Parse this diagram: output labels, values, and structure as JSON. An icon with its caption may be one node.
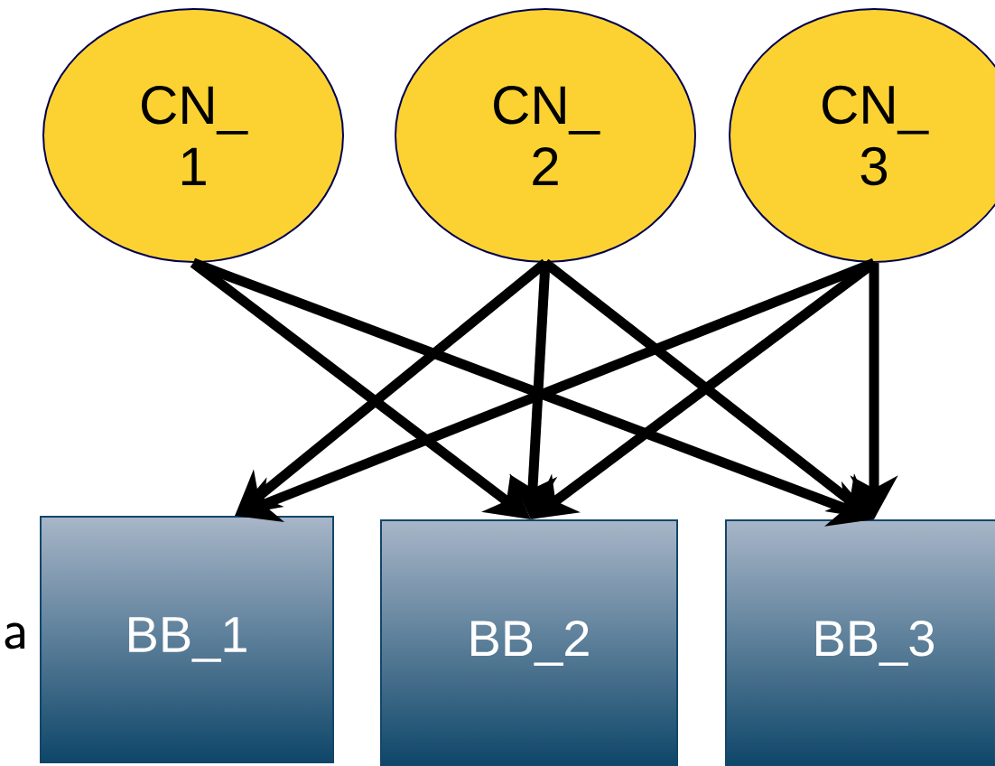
{
  "diagram": {
    "nodes": [
      {
        "text": [
          "CN_ 1"
        ]
      },
      {
        "text": [
          "CN_ 2"
        ]
      },
      {
        "text": [
          "CN_ 3"
        ]
      },
      {
        "text": [
          "BB_1"
        ]
      },
      {
        "text": [
          "BB_2"
        ]
      },
      {
        "text": [
          "BB_3"
        ]
      }
    ],
    "edges": [
      {
        "from": 0,
        "to": 4,
        "arrow": "to"
      },
      {
        "from": 0,
        "to": 5,
        "arrow": "to"
      },
      {
        "from": 1,
        "to": 3,
        "arrow": "to"
      },
      {
        "from": 1,
        "to": 4,
        "arrow": "to"
      },
      {
        "from": 1,
        "to": 5,
        "arrow": "to"
      },
      {
        "from": 2,
        "to": 3,
        "arrow": "to"
      },
      {
        "from": 2,
        "to": 4,
        "arrow": "to"
      },
      {
        "from": 2,
        "to": 5,
        "arrow": "to"
      }
    ],
    "labels": [
      "a"
    ]
  }
}
